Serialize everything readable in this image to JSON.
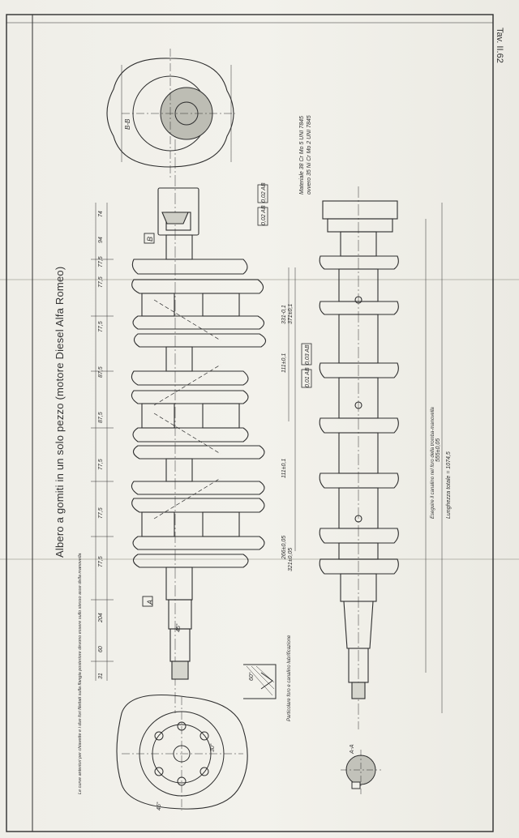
{
  "header": {
    "title": "Albero a gomiti in un solo pezzo (motore Diesel Alfa Romeo)",
    "table_number": "Tav. II.62"
  },
  "notes": {
    "materials_line1": "Materiale 38 Cr Mo 5 UNI 7845",
    "materials_line2": "ovvero 35 Ni Cr Mo 2 UNI 7845",
    "lubrication_detail": "Particolare foro e canalino lubrificazione",
    "oil_holes_note": "Le curve anteriori per chiavette e i due fori filettati sulla flangia posteriore devono essere sullo stesso asse della manovella",
    "total_length": "Lunghezza totale = 1074,5",
    "roughness_length": "Eseguire il canalino nel foro della tromba-manovella",
    "section_bb": "B-B",
    "section_aa": "A-A",
    "datum_a": "A",
    "datum_b": "B"
  },
  "dimensions": {
    "top_row": [
      "31",
      "60",
      "204",
      "77,5",
      "77,5",
      "77,5",
      "87,5",
      "87,5",
      "77,5",
      "77,5",
      "77,5",
      "94",
      "74"
    ],
    "long_dims": [
      "555±0,05",
      "266±0,05",
      "321±0,05",
      "111±0,1",
      "111±0,1",
      "331-0,1",
      "371±0,1"
    ],
    "tolerances": [
      "0,02 AB",
      "0,02 AB",
      "0,03 AB",
      "0,01 AB"
    ],
    "angles": [
      "60°",
      "45°",
      "30°",
      "45°"
    ]
  },
  "colors": {
    "ink": "#2e2e2e",
    "paper": "#f1f0ea",
    "hatch": "#555555"
  }
}
